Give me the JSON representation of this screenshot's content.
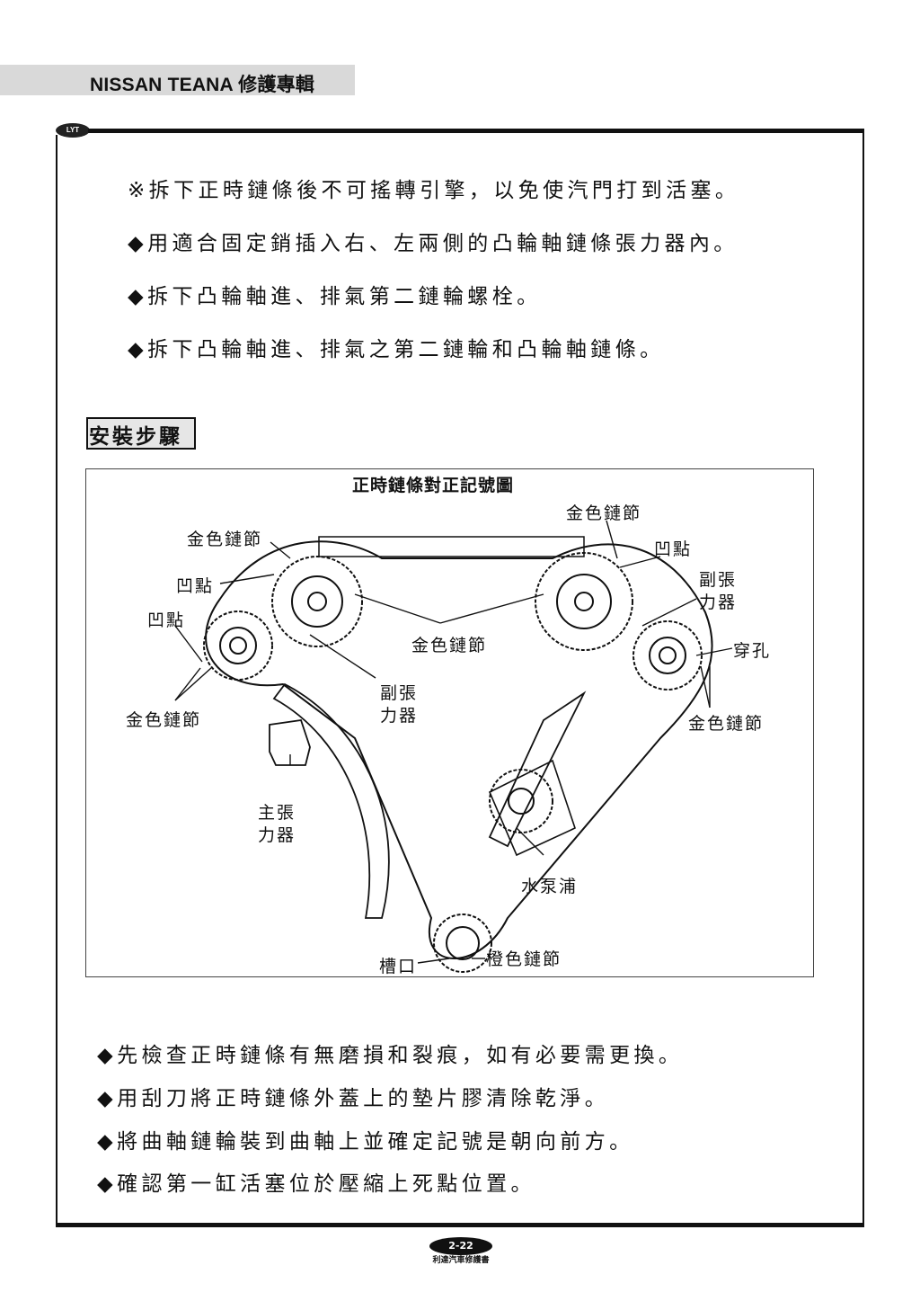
{
  "header": {
    "title": "NISSAN TEANA 修護專輯",
    "logo_text": "LYT"
  },
  "removal_steps": [
    "※拆下正時鏈條後不可搖轉引擎，以免使汽門打到活塞。",
    "◆用適合固定銷插入右、左兩側的凸輪軸鏈條張力器內。",
    "◆拆下凸輪軸進、排氣第二鏈輪螺栓。",
    "◆拆下凸輪軸進、排氣之第二鏈輪和凸輪軸鏈條。"
  ],
  "section_heading": "安裝步驟",
  "diagram": {
    "title": "正時鏈條對正記號圖",
    "labels": {
      "gold_link_top_left": "金色鏈節",
      "dimple_left_upper": "凹點",
      "dimple_left_lower": "凹點",
      "gold_link_left": "金色鏈節",
      "gold_link_center": "金色鏈節",
      "aux_tensioner_left_1": "副張",
      "aux_tensioner_left_2": "力器",
      "main_tensioner_1": "主張",
      "main_tensioner_2": "力器",
      "gold_link_top_right": "金色鏈節",
      "dimple_right": "凹點",
      "aux_tensioner_right_1": "副張",
      "aux_tensioner_right_2": "力器",
      "hole": "穿孔",
      "gold_link_right": "金色鏈節",
      "water_pump": "水泵浦",
      "notch": "槽口",
      "orange_link": "橙色鏈節"
    }
  },
  "install_steps": [
    "◆先檢查正時鏈條有無磨損和裂痕，如有必要需更換。",
    "◆用刮刀將正時鏈條外蓋上的墊片膠清除乾淨。",
    "◆將曲軸鏈輪裝到曲軸上並確定記號是朝向前方。",
    "◆確認第一缸活塞位於壓縮上死點位置。"
  ],
  "footer": {
    "page_number": "2-22",
    "publisher": "利達汽車修護書"
  }
}
